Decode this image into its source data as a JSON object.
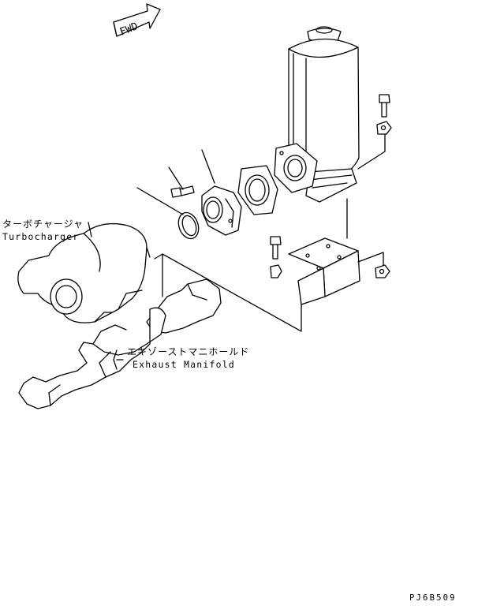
{
  "direction_arrow": {
    "text": "FWD"
  },
  "labels": {
    "turbocharger_jp": "ターボチャージャ",
    "turbocharger_en": "Turbocharger",
    "exhaust_manifold_jp": "エキゾーストマニホールド",
    "exhaust_manifold_en": "Exhaust Manifold"
  },
  "drawing_code": "PJ6B509"
}
